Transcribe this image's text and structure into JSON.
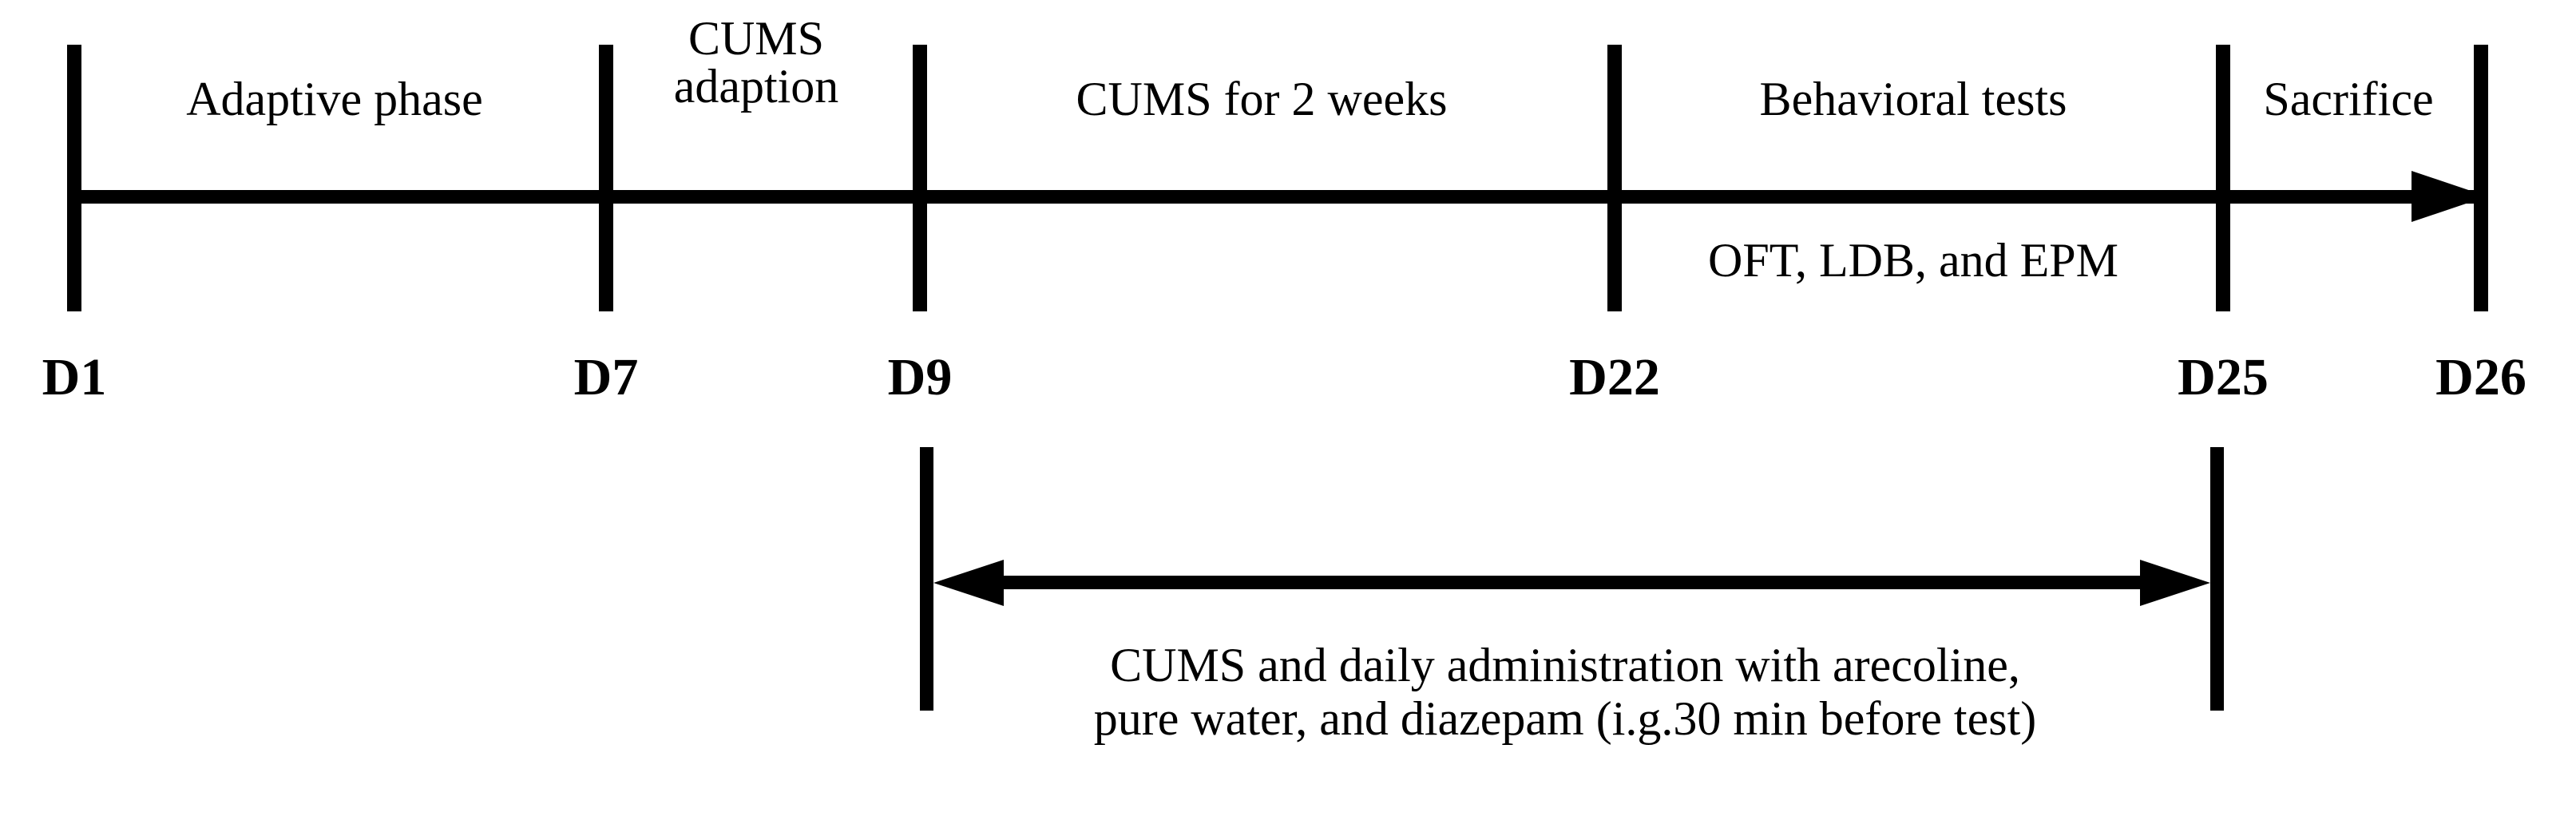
{
  "figure": {
    "type": "experimental-timeline",
    "colors": {
      "ink": "#000000",
      "background": "#ffffff"
    }
  },
  "timeline": {
    "phases": [
      {
        "id": "adaptive-phase",
        "label": "Adaptive phase",
        "from_day": "D1",
        "to_day": "D7"
      },
      {
        "id": "cums-adaption",
        "label": "CUMS\nadaption",
        "line1": "CUMS",
        "line2": "adaption",
        "from_day": "D7",
        "to_day": "D9"
      },
      {
        "id": "cums-2-weeks",
        "label": "CUMS for 2 weeks",
        "from_day": "D9",
        "to_day": "D22"
      },
      {
        "id": "behavioral-tests",
        "label": "Behavioral tests",
        "from_day": "D22",
        "to_day": "D25"
      },
      {
        "id": "sacrifice",
        "label": "Sacrifice",
        "from_day": "D25",
        "to_day": "D26"
      }
    ],
    "sub_labels": [
      {
        "id": "behavioral-test-list",
        "label": "OFT, LDB, and EPM",
        "from_day": "D22",
        "to_day": "D25"
      }
    ],
    "day_markers": [
      {
        "id": "d1",
        "label": "D1"
      },
      {
        "id": "d7",
        "label": "D7"
      },
      {
        "id": "d9",
        "label": "D9"
      },
      {
        "id": "d22",
        "label": "D22"
      },
      {
        "id": "d25",
        "label": "D25"
      },
      {
        "id": "d26",
        "label": "D26"
      }
    ]
  },
  "treatment_bracket": {
    "from_day": "D9",
    "to_day": "D25",
    "caption_line1": "CUMS and daily administration with arecoline,",
    "caption_line2": "pure water, and diazepam (i.g.30 min before test)"
  }
}
